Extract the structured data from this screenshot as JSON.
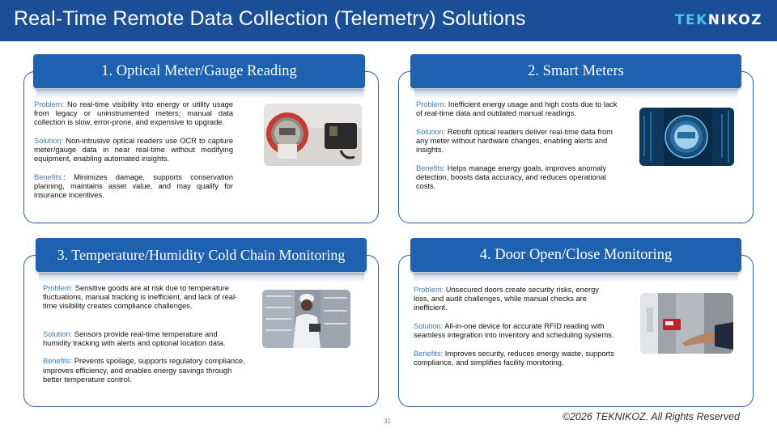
{
  "header": {
    "title": "Real-Time Remote Data Collection (Telemetry) Solutions",
    "logo_part1": "TEK",
    "logo_part2": "NIKOZ"
  },
  "colors": {
    "header_bg": "#1a4e96",
    "ribbon_bg": "#1d61b0",
    "label_blue": "#3f7bbf",
    "logo_accent": "#4fc3ea"
  },
  "cards": [
    {
      "title": "1. Optical Meter/Gauge Reading",
      "problem_label": "Problem:",
      "problem_text": "No real-time visibility into energy or utility usage from legacy or uninstrumented meters; manual data collection is slow, error-prone, and expensive to upgrade.",
      "solution_label": "Solution:",
      "solution_text": "Non-intrusive optical readers use OCR to capture meter/gauge data in near real-time without modifying equipment, enabling automated insights.",
      "benefits_label": "Benefits:",
      "benefits_text": ": Minimizes damage, supports conservation planning, maintains asset value, and may qualify for insurance incentives."
    },
    {
      "title": "2. Smart Meters",
      "problem_label": "Problem:",
      "problem_text": "Inefficient energy usage and high costs due to lack of real-time data and outdated manual readings.",
      "solution_label": "Solution:",
      "solution_text": "Retrofit optical readers deliver real-time data from any meter without hardware changes, enabling alerts and insights.",
      "benefits_label": "Benefits:",
      "benefits_text": "Helps manage energy goals, improves anomaly detection, boosts data accuracy, and reduces operational costs."
    },
    {
      "title": "3. Temperature/Humidity Cold Chain Monitoring",
      "problem_label": "Problem:",
      "problem_text": "Sensitive goods are at risk due to temperature fluctuations, manual tracking is inefficient, and lack of real-time visibility creates compliance challenges.",
      "solution_label": "Solution:",
      "solution_text": "Sensors provide real-time temperature and humidity tracking with alerts and optional location data.",
      "benefits_label": "Benefits:",
      "benefits_text": "Prevents spoilage, supports regulatory compliance, improves efficiency, and enables energy savings through better temperature control."
    },
    {
      "title": "4. Door Open/Close Monitoring",
      "problem_label": "Problem:",
      "problem_text": "Unsecured doors create security risks, energy loss, and audit challenges, while manual checks are inefficient.",
      "solution_label": "Solution:",
      "solution_text": "All-in-one device for accurate RFID reading with seamless integration into inventory and scheduling systems.",
      "benefits_label": "Benefits:",
      "benefits_text": "Improves security, reduces energy waste, supports compliance, and simplifies facility monitoring."
    }
  ],
  "footer": {
    "page_number": "31",
    "copyright": "©2026 TEKNIKOZ. All Rights Reserved"
  }
}
